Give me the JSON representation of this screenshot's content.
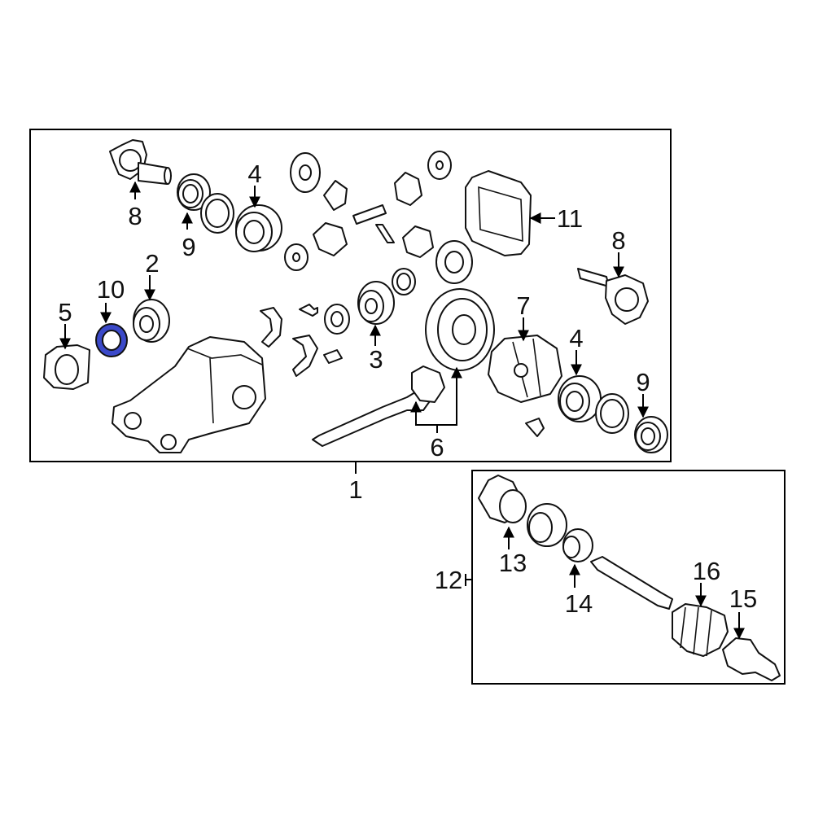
{
  "callouts": {
    "c1": "1",
    "c2": "2",
    "c3": "3",
    "c4a": "4",
    "c4b": "4",
    "c5": "5",
    "c6": "6",
    "c7": "7",
    "c8a": "8",
    "c8b": "8",
    "c9a": "9",
    "c9b": "9",
    "c10": "10",
    "c11": "11",
    "c12": "12",
    "c13": "13",
    "c14": "14",
    "c15": "15",
    "c16": "16"
  },
  "colors": {
    "highlight": "#3b49c9",
    "line": "#000000",
    "background": "#ffffff"
  },
  "highlighted_part": "10"
}
